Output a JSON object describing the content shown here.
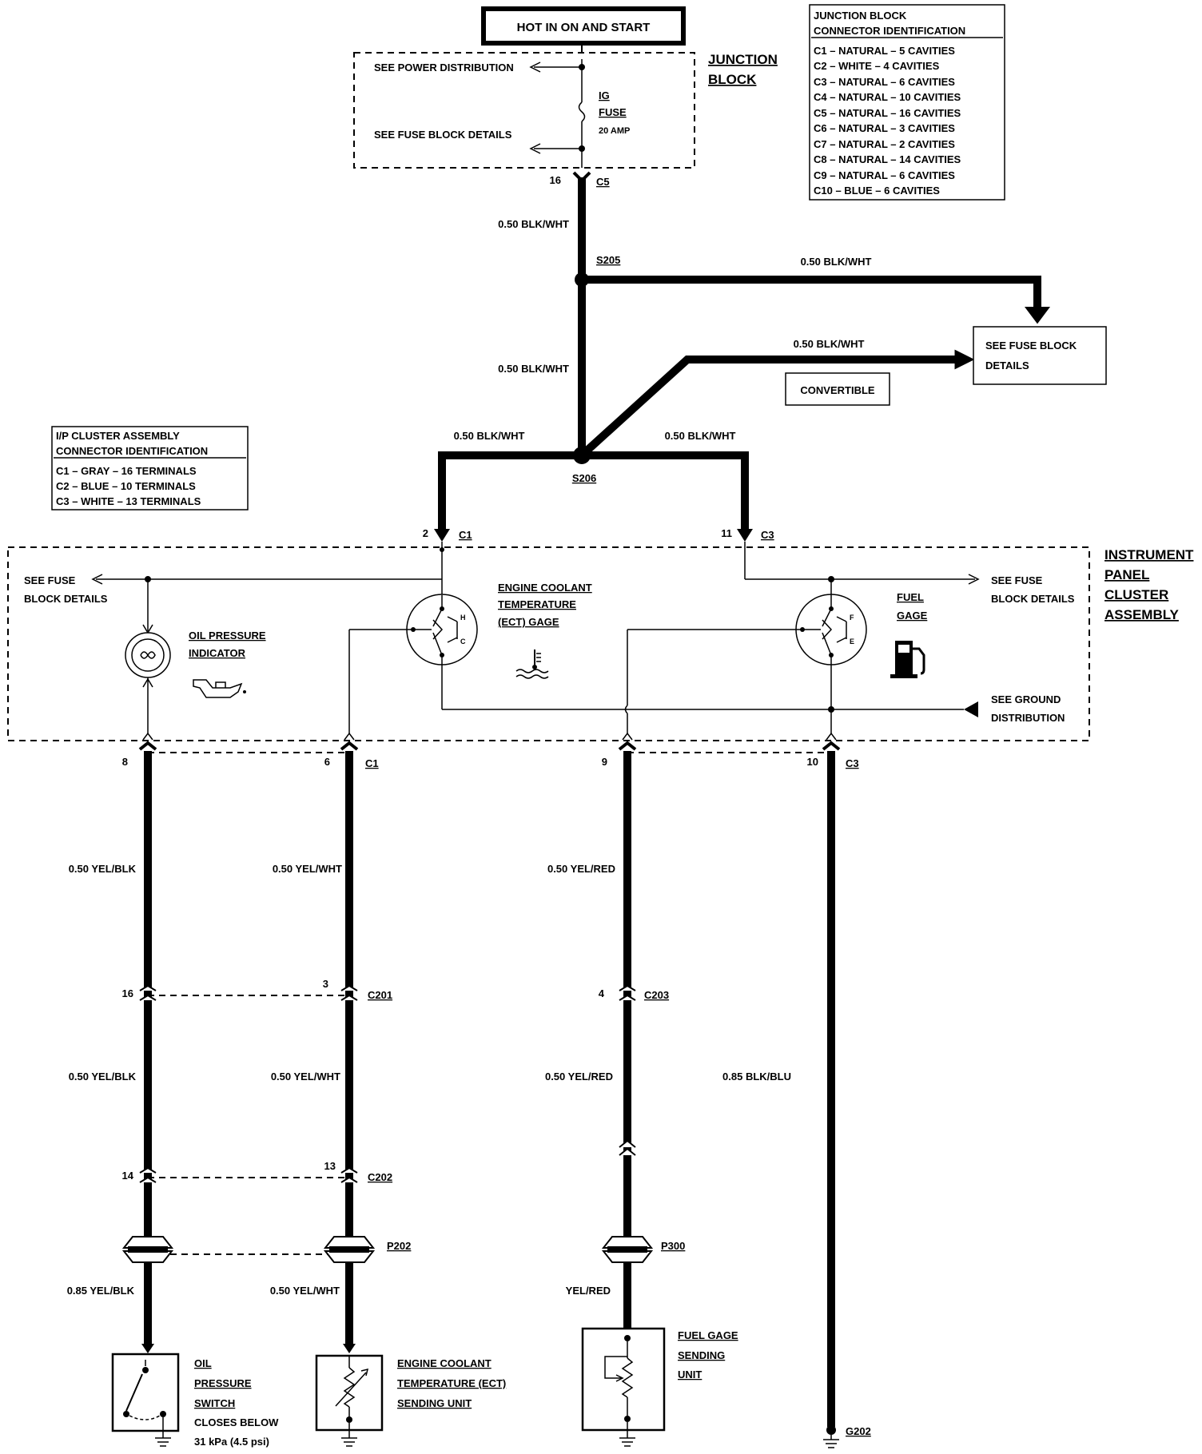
{
  "header": {
    "power_label": "HOT IN ON AND START"
  },
  "junction_block": {
    "name_line1": "JUNCTION",
    "name_line2": "BLOCK",
    "see_power_distribution": "SEE POWER DISTRIBUTION",
    "see_fuse_block_details": "SEE FUSE BLOCK DETAILS",
    "fuse_name_line1": "IG",
    "fuse_name_line2": "FUSE",
    "fuse_rating": "20 AMP",
    "out_pin": "16",
    "out_connector": "C5"
  },
  "junction_id": {
    "title_line1": "JUNCTION BLOCK",
    "title_line2": "CONNECTOR IDENTIFICATION",
    "rows": [
      "C1 – NATURAL – 5 CAVITIES",
      "C2 – WHITE – 4 CAVITIES",
      "C3 – NATURAL – 6 CAVITIES",
      "C4 – NATURAL – 10 CAVITIES",
      "C5 – NATURAL – 16 CAVITIES",
      "C6 – NATURAL – 3 CAVITIES",
      "C7 – NATURAL – 2 CAVITIES",
      "C8 – NATURAL – 14 CAVITIES",
      "C9 – NATURAL – 6 CAVITIES",
      "C10 – BLUE – 6 CAVITIES"
    ]
  },
  "cluster_id": {
    "title_line1": "I/P CLUSTER ASSEMBLY",
    "title_line2": "CONNECTOR IDENTIFICATION",
    "rows": [
      "C1 – GRAY – 16 TERMINALS",
      "C2 – BLUE – 10 TERMINALS",
      "C3 – WHITE – 13 TERMINALS"
    ]
  },
  "feed": {
    "wire_top": "0.50 BLK/WHT",
    "splice1": "S205",
    "wire_right_top": "0.50 BLK/WHT",
    "wire_mid": "0.50 BLK/WHT",
    "wire_convertible": "0.50 BLK/WHT",
    "convertible": "CONVERTIBLE",
    "fuse_box_line1": "SEE FUSE BLOCK",
    "fuse_box_line2": "DETAILS",
    "wire_left": "0.50 BLK/WHT",
    "wire_right": "0.50 BLK/WHT",
    "splice2": "S206",
    "left_pin": "2",
    "left_conn": "C1",
    "right_pin": "11",
    "right_conn": "C3"
  },
  "cluster": {
    "title_line1": "INSTRUMENT",
    "title_line2": "PANEL",
    "title_line3": "CLUSTER",
    "title_line4": "ASSEMBLY",
    "see_fuse_left_line1": "SEE FUSE",
    "see_fuse_left_line2": "BLOCK DETAILS",
    "see_fuse_right_line1": "SEE FUSE",
    "see_fuse_right_line2": "BLOCK DETAILS",
    "oil_line1": "OIL PRESSURE",
    "oil_line2": "INDICATOR",
    "ect_line1": "ENGINE COOLANT",
    "ect_line2": "TEMPERATURE",
    "ect_line3": "(ECT) GAGE",
    "fuel_line1": "FUEL",
    "fuel_line2": "GAGE",
    "ground_line1": "SEE GROUND",
    "ground_line2": "DISTRIBUTION",
    "gage_h": "H",
    "gage_c": "C",
    "gage_f": "F",
    "gage_e": "E"
  },
  "circuits": {
    "oil_pin": "8",
    "ect_pin": "6",
    "ect_conn": "C1",
    "fuel_pin": "9",
    "gnd_pin": "10",
    "gnd_conn": "C3",
    "oil_wire1": "0.50 YEL/BLK",
    "ect_wire1": "0.50 YEL/WHT",
    "fuel_wire1": "0.50 YEL/RED",
    "c201_pin_oil": "16",
    "c201_pin_ect": "3",
    "c201": "C201",
    "c203_pin": "4",
    "c203": "C203",
    "oil_wire2": "0.50 YEL/BLK",
    "ect_wire2": "0.50 YEL/WHT",
    "fuel_wire2": "0.50 YEL/RED",
    "gnd_wire": "0.85 BLK/BLU",
    "c202_pin_oil": "14",
    "c202_pin_ect": "13",
    "c202": "C202",
    "p202": "P202",
    "p300": "P300",
    "oil_wire3": "0.85 YEL/BLK",
    "ect_wire3": "0.50 YEL/WHT",
    "fuel_wire3": "YEL/RED",
    "g202": "G202"
  },
  "sensors": {
    "oil_line1": "OIL",
    "oil_line2": "PRESSURE",
    "oil_line3": "SWITCH",
    "oil_line4": "CLOSES BELOW",
    "oil_line5": "31 kPa (4.5 psi)",
    "ect_line1": "ENGINE  COOLANT",
    "ect_line2": "TEMPERATURE (ECT)",
    "ect_line3": "SENDING UNIT",
    "fuel_line1": "FUEL GAGE",
    "fuel_line2": "SENDING",
    "fuel_line3": "UNIT"
  }
}
